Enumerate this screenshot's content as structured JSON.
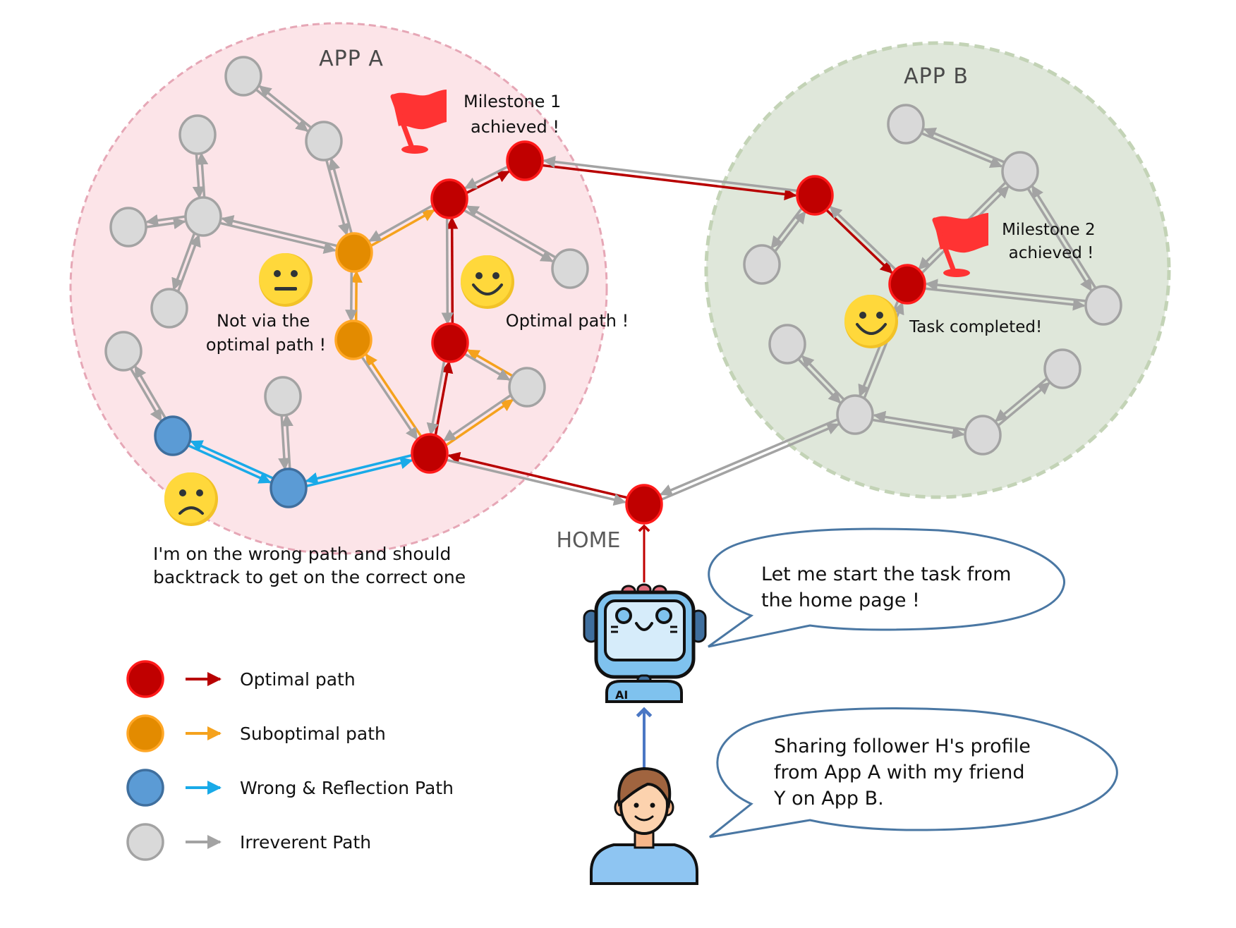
{
  "title": "Cross-app task navigation: optimal, suboptimal, wrong & reflection paths",
  "colors": {
    "optimal_fill": "#c00000",
    "optimal_stroke": "#ff1a1a",
    "optimal_edge": "#b80000",
    "suboptimal_fill": "#e38b00",
    "suboptimal_stroke": "#ffa726",
    "suboptimal_edge": "#f5a21d",
    "wrong_fill": "#5b9bd5",
    "wrong_stroke": "#3f6f9e",
    "wrong_edge": "#19aae8",
    "irrelevant_fill": "#d9d9d9",
    "irrelevant_stroke": "#a3a3a3",
    "irrelevant_edge": "#a3a3a3",
    "app_a_fill": "#fce4e8",
    "app_a_border": "#e6a7b6",
    "app_b_fill": "#dfe7da",
    "app_b_border": "#c3d3b6",
    "bubble_border": "#4a77a3",
    "flag": "#ff3333",
    "smiley": "#ffd83b"
  },
  "apps": [
    {
      "id": "app_a",
      "label": "APP A"
    },
    {
      "id": "app_b",
      "label": "APP B"
    }
  ],
  "home": {
    "label": "HOME"
  },
  "annotations": {
    "milestone1": [
      "Milestone 1",
      "achieved !"
    ],
    "milestone2": [
      "Milestone 2",
      "achieved !"
    ],
    "not_optimal": [
      "Not via the",
      "optimal path !"
    ],
    "optimal": [
      "Optimal path !"
    ],
    "task_completed": [
      "Task completed!"
    ],
    "wrong_path": [
      "I'm on the wrong path and should",
      "backtrack to get on the correct one"
    ]
  },
  "bubbles": {
    "agent": [
      "Let me start the task from",
      "the home page !"
    ],
    "user": [
      "Sharing follower H's profile",
      "from App A with my friend",
      "Y on App B."
    ]
  },
  "agent_badge": "AI",
  "legend": [
    {
      "type": "optimal",
      "label": "Optimal path"
    },
    {
      "type": "suboptimal",
      "label": "Suboptimal path"
    },
    {
      "type": "wrong",
      "label": "Wrong & Reflection Path"
    },
    {
      "type": "irrelevant",
      "label": "Irreverent Path"
    }
  ],
  "nodes": [
    {
      "id": "home",
      "type": "optimal",
      "app": "none"
    },
    {
      "id": "a_entry",
      "type": "optimal",
      "app": "app_a"
    },
    {
      "id": "a_mid",
      "type": "optimal",
      "app": "app_a"
    },
    {
      "id": "a_junction",
      "type": "optimal",
      "app": "app_a"
    },
    {
      "id": "a_milestone",
      "type": "optimal",
      "app": "app_a"
    },
    {
      "id": "a_orange1",
      "type": "suboptimal",
      "app": "app_a"
    },
    {
      "id": "a_orange2",
      "type": "suboptimal",
      "app": "app_a"
    },
    {
      "id": "a_blue1",
      "type": "wrong",
      "app": "app_a"
    },
    {
      "id": "a_blue2",
      "type": "wrong",
      "app": "app_a"
    },
    {
      "id": "a_g_top",
      "type": "irrelevant",
      "app": "app_a"
    },
    {
      "id": "a_g_top2",
      "type": "irrelevant",
      "app": "app_a"
    },
    {
      "id": "a_g_up",
      "type": "irrelevant",
      "app": "app_a"
    },
    {
      "id": "a_g_hub",
      "type": "irrelevant",
      "app": "app_a"
    },
    {
      "id": "a_g_left",
      "type": "irrelevant",
      "app": "app_a"
    },
    {
      "id": "a_g_low",
      "type": "irrelevant",
      "app": "app_a"
    },
    {
      "id": "a_g_far",
      "type": "irrelevant",
      "app": "app_a"
    },
    {
      "id": "a_g_mid",
      "type": "irrelevant",
      "app": "app_a"
    },
    {
      "id": "a_g_right",
      "type": "irrelevant",
      "app": "app_a"
    },
    {
      "id": "a_g_tri",
      "type": "irrelevant",
      "app": "app_a"
    },
    {
      "id": "b_entry",
      "type": "optimal",
      "app": "app_b"
    },
    {
      "id": "b_task",
      "type": "optimal",
      "app": "app_b"
    },
    {
      "id": "b_g_top",
      "type": "irrelevant",
      "app": "app_b"
    },
    {
      "id": "b_g_top2",
      "type": "irrelevant",
      "app": "app_b"
    },
    {
      "id": "b_g_left",
      "type": "irrelevant",
      "app": "app_b"
    },
    {
      "id": "b_g_right",
      "type": "irrelevant",
      "app": "app_b"
    },
    {
      "id": "b_g_lowleft",
      "type": "irrelevant",
      "app": "app_b"
    },
    {
      "id": "b_g_hub",
      "type": "irrelevant",
      "app": "app_b"
    },
    {
      "id": "b_g_bottom",
      "type": "irrelevant",
      "app": "app_b"
    },
    {
      "id": "b_g_far",
      "type": "irrelevant",
      "app": "app_b"
    }
  ],
  "edges": [
    {
      "from": "home",
      "to": "a_entry",
      "type": "optimal",
      "both": true
    },
    {
      "from": "a_entry",
      "to": "a_mid",
      "type": "optimal",
      "both": true
    },
    {
      "from": "a_mid",
      "to": "a_junction",
      "type": "optimal",
      "both": true
    },
    {
      "from": "a_junction",
      "to": "a_milestone",
      "type": "optimal",
      "both": true
    },
    {
      "from": "a_milestone",
      "to": "b_entry",
      "type": "optimal",
      "both": true
    },
    {
      "from": "b_entry",
      "to": "b_task",
      "type": "optimal",
      "both": true
    },
    {
      "from": "a_entry",
      "to": "a_orange2",
      "type": "suboptimal",
      "both": true
    },
    {
      "from": "a_orange2",
      "to": "a_orange1",
      "type": "suboptimal",
      "both": true
    },
    {
      "from": "a_orange1",
      "to": "a_junction",
      "type": "suboptimal",
      "both": true
    },
    {
      "from": "a_entry",
      "to": "a_g_tri",
      "type": "suboptimal",
      "both": true
    },
    {
      "from": "a_g_tri",
      "to": "a_mid",
      "type": "suboptimal",
      "both": true
    },
    {
      "from": "a_entry",
      "to": "a_blue2",
      "type": "wrong",
      "both": true
    },
    {
      "from": "a_blue2",
      "to": "a_blue1",
      "type": "wrong",
      "both": true
    },
    {
      "from": "a_g_far",
      "to": "a_blue1",
      "type": "irrelevant",
      "both": true
    },
    {
      "from": "a_g_mid",
      "to": "a_blue2",
      "type": "irrelevant",
      "both": true
    },
    {
      "from": "a_g_top",
      "to": "a_g_top2",
      "type": "irrelevant",
      "both": true
    },
    {
      "from": "a_g_top2",
      "to": "a_orange1",
      "type": "irrelevant",
      "both": true
    },
    {
      "from": "a_g_up",
      "to": "a_g_hub",
      "type": "irrelevant",
      "both": true
    },
    {
      "from": "a_g_hub",
      "to": "a_g_left",
      "type": "irrelevant",
      "both": true
    },
    {
      "from": "a_g_hub",
      "to": "a_g_low",
      "type": "irrelevant",
      "both": true
    },
    {
      "from": "a_g_hub",
      "to": "a_orange1",
      "type": "irrelevant",
      "both": true
    },
    {
      "from": "a_junction",
      "to": "a_g_right",
      "type": "irrelevant",
      "both": true
    },
    {
      "from": "home",
      "to": "b_g_hub",
      "type": "irrelevant",
      "both": true
    },
    {
      "from": "b_entry",
      "to": "b_g_left",
      "type": "irrelevant",
      "both": true
    },
    {
      "from": "b_g_top",
      "to": "b_g_top2",
      "type": "irrelevant",
      "both": true
    },
    {
      "from": "b_g_top2",
      "to": "b_task",
      "type": "irrelevant",
      "both": true
    },
    {
      "from": "b_g_top2",
      "to": "b_g_right",
      "type": "irrelevant",
      "both": true
    },
    {
      "from": "b_task",
      "to": "b_g_right",
      "type": "irrelevant",
      "both": true
    },
    {
      "from": "b_task",
      "to": "b_g_hub",
      "type": "irrelevant",
      "both": true
    },
    {
      "from": "b_g_lowleft",
      "to": "b_g_hub",
      "type": "irrelevant",
      "both": true
    },
    {
      "from": "b_g_hub",
      "to": "b_g_bottom",
      "type": "irrelevant",
      "both": true
    },
    {
      "from": "b_g_bottom",
      "to": "b_g_far",
      "type": "irrelevant",
      "both": true
    }
  ]
}
